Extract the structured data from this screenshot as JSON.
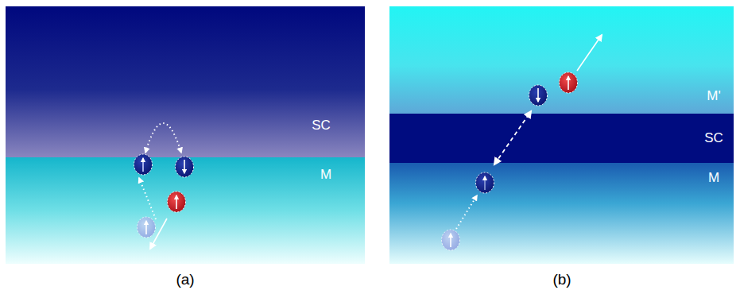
{
  "diagram": {
    "nodes": [
      {
        "text": [
          "SC"
        ]
      },
      {
        "text": [
          "M"
        ]
      },
      {
        "text": [
          "M'"
        ]
      },
      {
        "text": [
          "SC"
        ]
      },
      {
        "text": [
          "M"
        ]
      }
    ],
    "labels": [
      "(a)",
      "(b)"
    ]
  }
}
